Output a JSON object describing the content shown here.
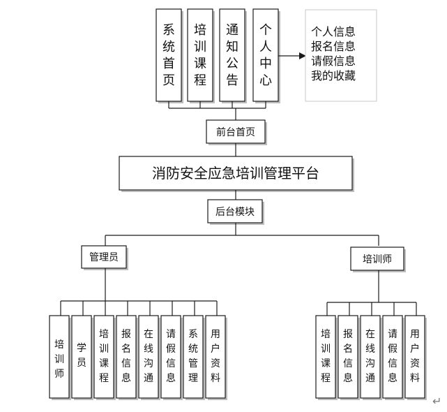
{
  "front_modules": [
    {
      "id": "front-mod-system-home",
      "label": "系统首页"
    },
    {
      "id": "front-mod-courses",
      "label": "培训课程"
    },
    {
      "id": "front-mod-notices",
      "label": "通知公告"
    },
    {
      "id": "front-mod-personal-center",
      "label": "个人中心"
    }
  ],
  "personal_center_items": [
    "个人信息",
    "报名信息",
    "请假信息",
    "我的收藏"
  ],
  "front_home": "前台首页",
  "platform_title": "消防安全应急培训管理平台",
  "backend_module": "后台模块",
  "admin": {
    "label": "管理员",
    "items": [
      "培训师",
      "学员",
      "培训课程",
      "报名信息",
      "在线沟通",
      "请假信息",
      "系统管理",
      "用户资料"
    ]
  },
  "trainer": {
    "label": "培训师",
    "items": [
      "培训课程",
      "报名信息",
      "在线沟通",
      "请假信息",
      "用户资料"
    ]
  },
  "paragraph_mark": "↵"
}
